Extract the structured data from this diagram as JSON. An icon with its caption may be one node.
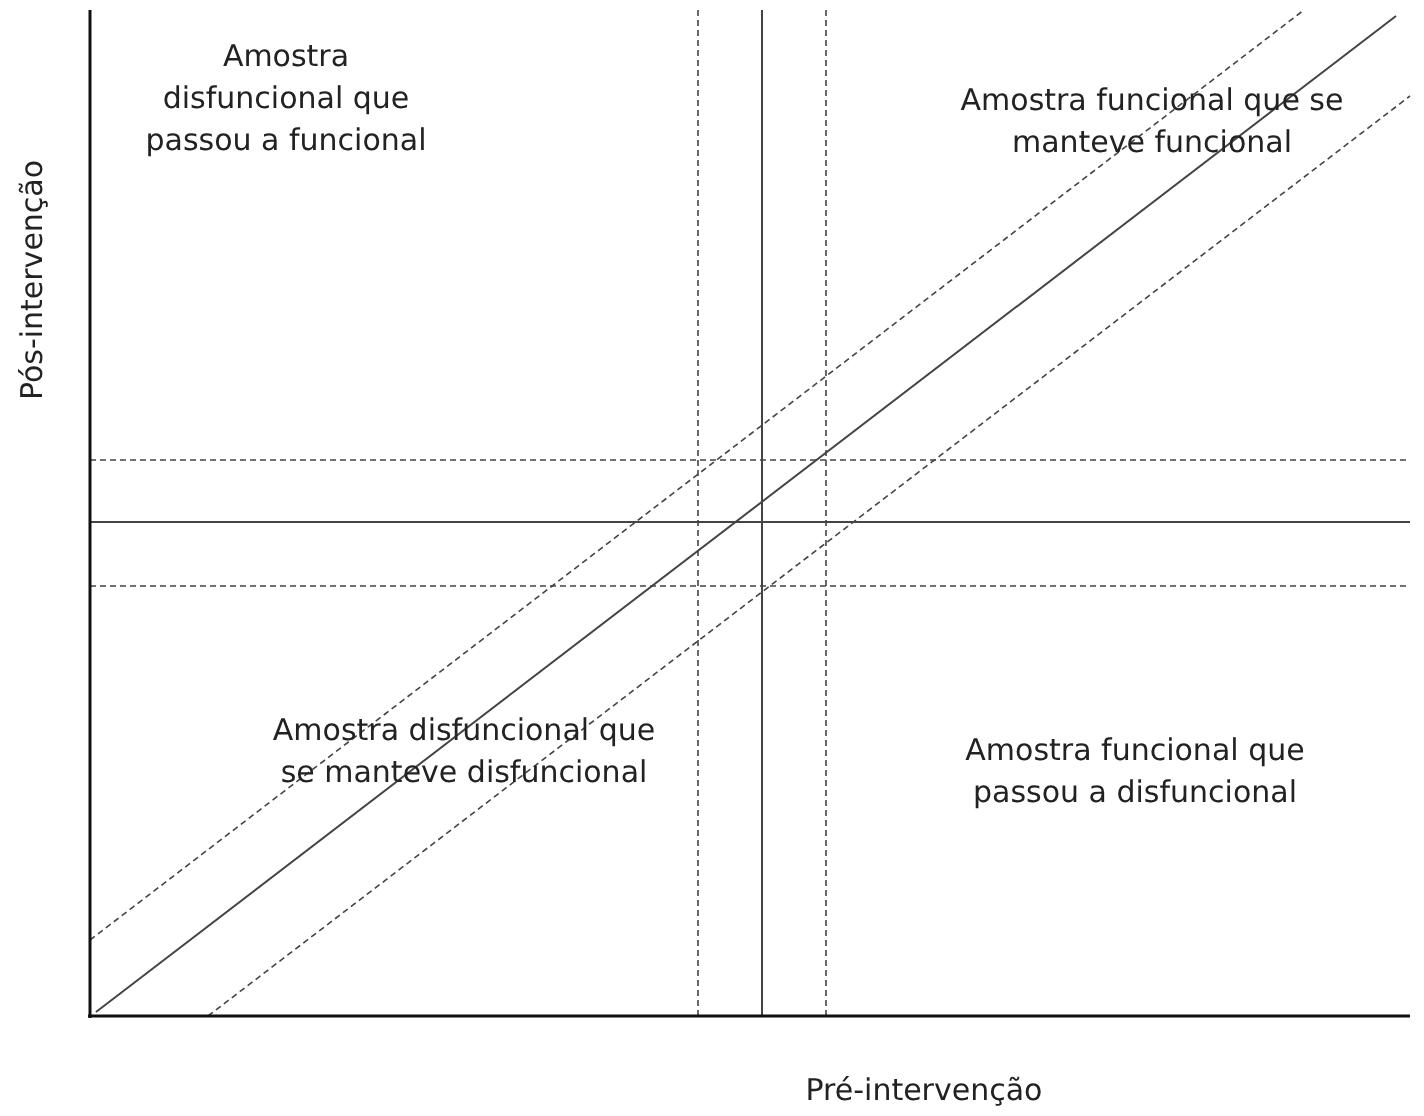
{
  "diagram": {
    "labels": [
      "Amostra disfuncional que passou a funcional",
      "Amostra funcional que se manteve funcional",
      "Pós-intervenção",
      "Amostra disfuncional que se manteve disfuncional",
      "Amostra funcional que passou a disfuncional",
      "Pré-intervenção"
    ]
  }
}
